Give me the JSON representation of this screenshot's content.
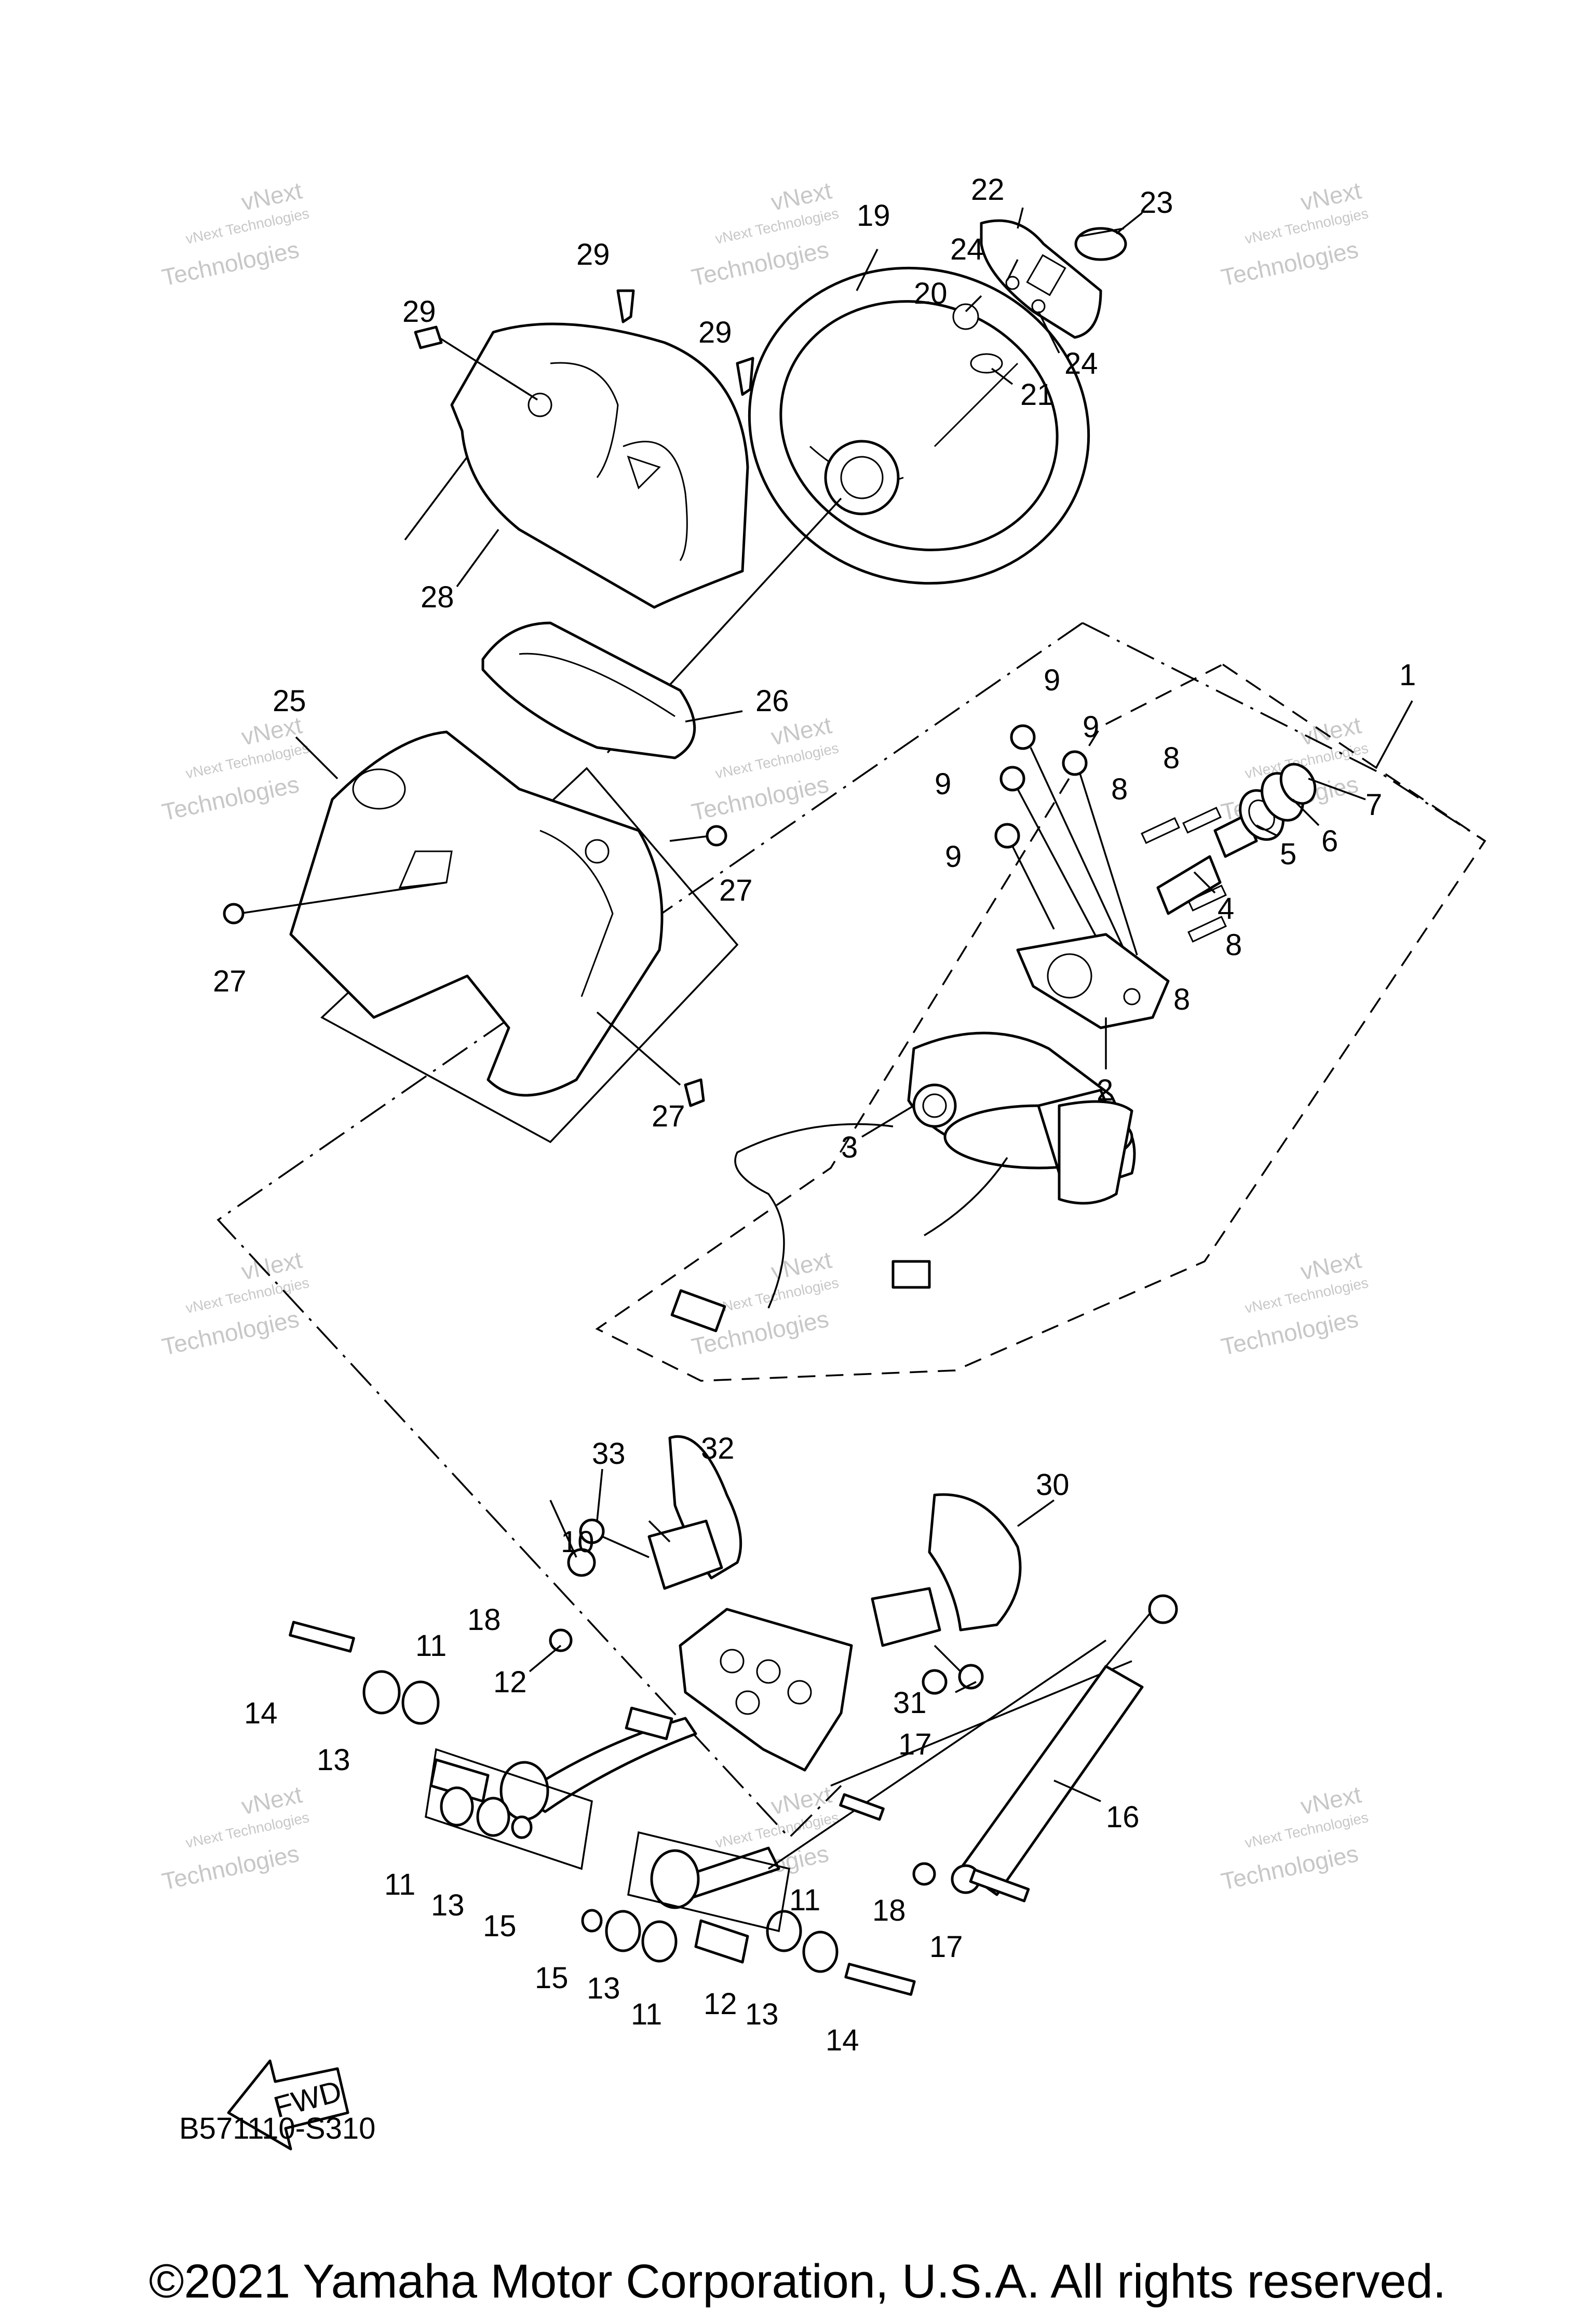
{
  "diagram_code": "B571110-S310",
  "fwd_label": "FWD",
  "copyright": "©2021 Yamaha Motor Corporation, U.S.A. All rights reserved.",
  "watermark": {
    "line1": "vNext Technologies",
    "line2": "vNext",
    "line3": "Technologies"
  },
  "callouts": [
    "1",
    "2",
    "3",
    "4",
    "5",
    "6",
    "7",
    "8",
    "8",
    "8",
    "8",
    "9",
    "9",
    "9",
    "9",
    "10",
    "11",
    "11",
    "11",
    "11",
    "12",
    "12",
    "13",
    "13",
    "13",
    "13",
    "14",
    "14",
    "15",
    "15",
    "16",
    "17",
    "17",
    "18",
    "18",
    "19",
    "20",
    "21",
    "22",
    "23",
    "24",
    "24",
    "25",
    "26",
    "27",
    "27",
    "27",
    "28",
    "29",
    "29",
    "29",
    "30",
    "31",
    "32",
    "33"
  ],
  "icons": [
    "fwd-arrow-icon"
  ]
}
